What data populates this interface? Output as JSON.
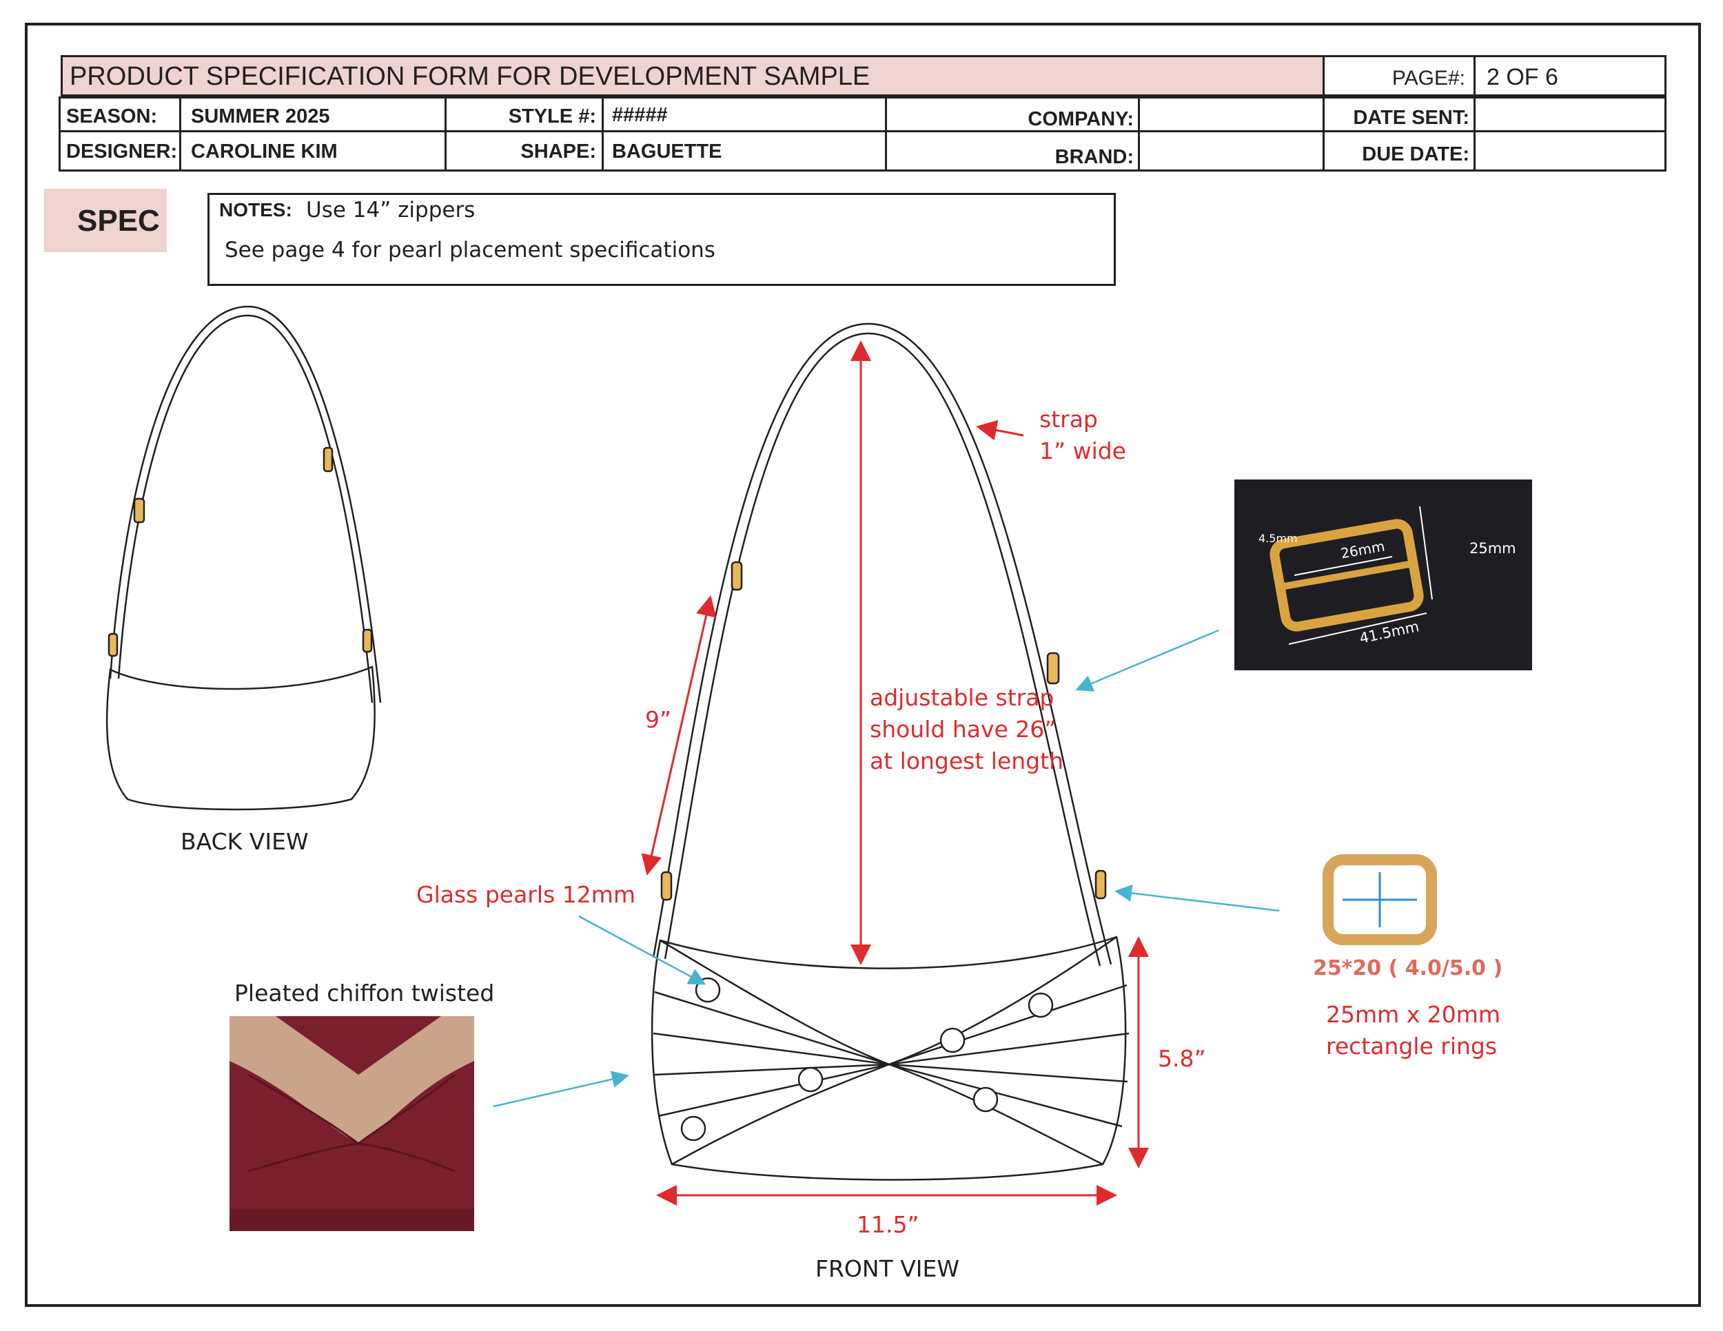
{
  "header": {
    "title": "PRODUCT SPECIFICATION FORM FOR DEVELOPMENT SAMPLE",
    "page_label": "PAGE#:",
    "page_value": "2 OF 6",
    "season_label": "SEASON:",
    "season_value": "SUMMER 2025",
    "style_label": "STYLE #:",
    "style_value": "#####",
    "company_label": "COMPANY:",
    "company_value": "",
    "date_sent_label": "DATE SENT:",
    "date_sent_value": "",
    "designer_label": "DESIGNER:",
    "designer_value": "CAROLINE KIM",
    "shape_label": "SHAPE:",
    "shape_value": "BAGUETTE",
    "brand_label": "BRAND:",
    "brand_value": "",
    "due_date_label": "DUE DATE:",
    "due_date_value": ""
  },
  "spec": {
    "tag": "SPEC",
    "notes_label": "NOTES:",
    "note_1": "Use 14” zippers",
    "note_2": "See page 4 for pearl placement specifications"
  },
  "annotations": {
    "strap_line1": "strap",
    "strap_line2": "1” wide",
    "strap_length_label": "9”",
    "adjustable_line1": "adjustable strap",
    "adjustable_line2": "should have 26”",
    "adjustable_line3": "at longest length",
    "pearls": "Glass pearls 12mm",
    "height": "5.8”",
    "width": "11.5”",
    "chiffon": "Pleated chiffon twisted",
    "ring_code": "25*20 ( 4.0/5.0 )",
    "ring_line1": "25mm x 20mm",
    "ring_line2": "rectangle rings"
  },
  "buckle_photo": {
    "dim_thickness": "4.5mm",
    "dim_inner": "26mm",
    "dim_outer": "41.5mm",
    "dim_height": "25mm"
  },
  "views": {
    "back": "BACK VIEW",
    "front": "FRONT VIEW"
  },
  "colors": {
    "header_fill": "#efd3cf",
    "annotation_red": "#e02a2e",
    "pointer_blue": "#48b3cf",
    "hardware_gold": "#e8b85a",
    "swatch_fabric": "#7a1f2e"
  }
}
